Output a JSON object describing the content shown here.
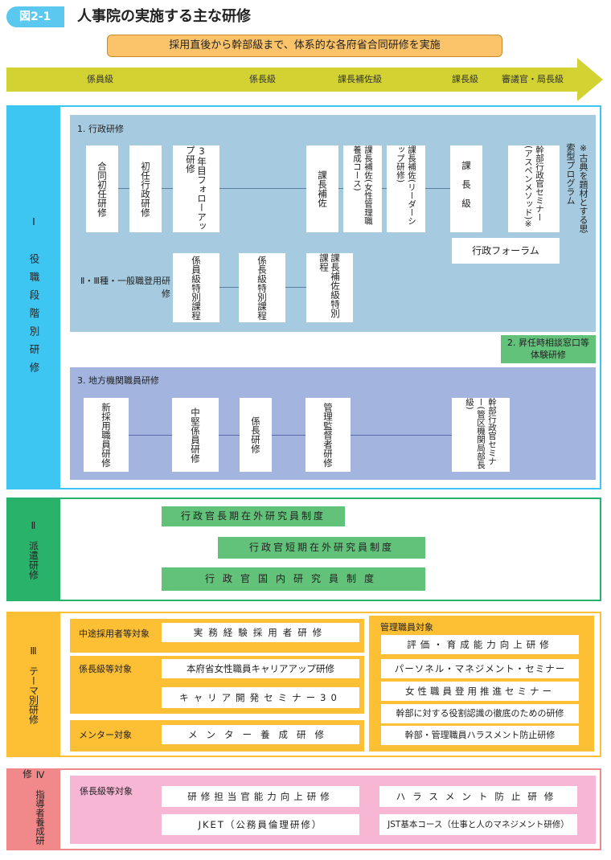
{
  "header": {
    "figure_label": "図2-1",
    "title": "人事院の実施する主な研修"
  },
  "banner": "採用直後から幹部級まで、体系的な各府省合同研修を実施",
  "grades": [
    "係員級",
    "係長級",
    "課長補佐級",
    "課長級",
    "審議官・局長級"
  ],
  "section1": {
    "label": "Ⅰ　役職段階別研修",
    "gyosei": {
      "title": "1. 行政研修",
      "courses": [
        "合同初任研修",
        "初任行政研修",
        "3年目フォローアップ研修",
        "課長補佐",
        "課長補佐(女性管理職養成コース)",
        "課長補佐(リーダーシップ研修)",
        "課長級",
        "幹部行政官セミナー(アスペンメソッド)※"
      ],
      "note": "※古典を題材とする思索型プログラム",
      "forum": "行政フォーラム",
      "special_label": "Ⅱ・Ⅲ種・一般職登用研修",
      "special": [
        "係員級特別課程",
        "係長級特別課程",
        "課長補佐級特別課程"
      ]
    },
    "shonin": "2. 昇任時相談窓口等体験研修",
    "chiho": {
      "title": "3. 地方機関職員研修",
      "courses": [
        "新採用職員研修",
        "中堅係員研修",
        "係長研修",
        "管理監督者研修",
        "幹部行政官セミナー(管区機関局部長級)"
      ]
    }
  },
  "section2": {
    "label": "Ⅱ　派遣研修",
    "items": [
      "行政官長期在外研究員制度",
      "行政官短期在外研究員制度",
      "行政官国内研究員制度"
    ]
  },
  "section3": {
    "label": "Ⅲ　テーマ別研修",
    "groups": [
      {
        "target": "中途採用者等対象",
        "items": [
          "実務経験採用者研修"
        ]
      },
      {
        "target": "係長級等対象",
        "items": [
          "本府省女性職員キャリアアップ研修",
          "キャリア開発セミナー30"
        ]
      },
      {
        "target": "メンター対象",
        "items": [
          "メンター養成研修"
        ]
      }
    ],
    "manager": {
      "target": "管理職員対象",
      "items": [
        "評価・育成能力向上研修",
        "パーソネル・マネジメント・セミナー",
        "女性職員登用推進セミナー",
        "幹部に対する役割認識の徹底のための研修",
        "幹部・管理職員ハラスメント防止研修"
      ]
    }
  },
  "section4": {
    "label": "Ⅳ　指導者養成研修",
    "target": "係長級等対象",
    "items": [
      "研修担当官能力向上研修",
      "ハラスメント防止研修",
      "JKET（公務員倫理研修）",
      "JST基本コース（仕事と人のマネジメント研修）"
    ]
  },
  "colors": {
    "cyan": "#3cc6f1",
    "light_blue": "#a6cbe0",
    "lavender": "#a3b4de",
    "green": "#62c27a",
    "orange": "#fdbf33",
    "pink": "#f6b6d4",
    "olive": "#d2d332"
  }
}
